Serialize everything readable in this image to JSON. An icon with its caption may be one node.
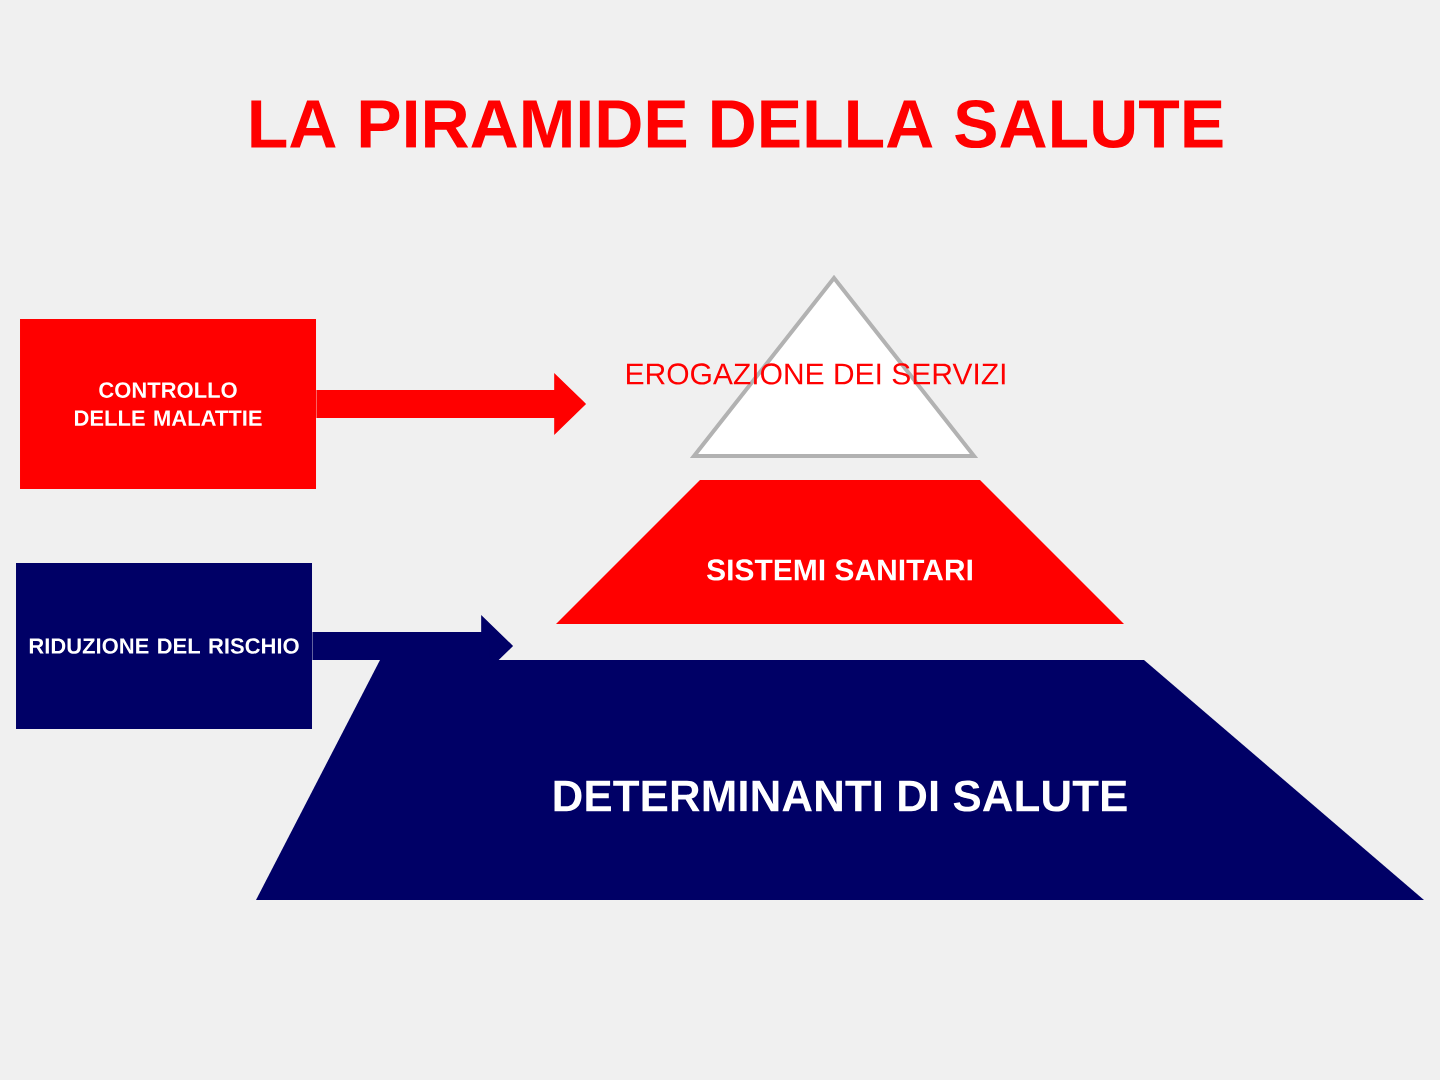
{
  "diagram": {
    "title": "LA PIRAMIDE DELLA SALUTE",
    "nodes": [
      {
        "text": [
          "CONTROLLO DELLE MALATTIE"
        ]
      },
      {
        "text": [
          "RIDUZIONE DEL RISCHIO"
        ]
      },
      {
        "text": [
          "EROGAZIONE DEI SERVIZI"
        ]
      },
      {
        "text": [
          "SISTEMI SANITARI"
        ]
      },
      {
        "text": [
          "DETERMINANTI DI SALUTE"
        ]
      }
    ],
    "edges": [
      {
        "from": 0,
        "to": 2,
        "arrow": "to",
        "color": "#ff0000"
      },
      {
        "from": 1,
        "to": 4,
        "arrow": "to",
        "color": "#000066"
      }
    ]
  }
}
